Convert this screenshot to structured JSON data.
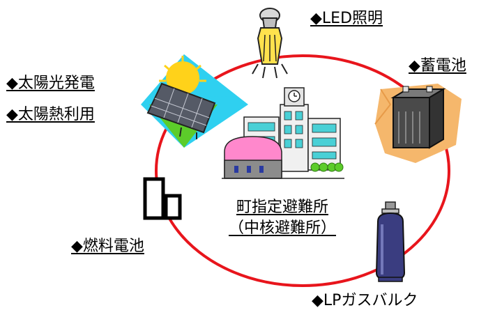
{
  "center": {
    "line1": "町指定避難所",
    "line2": "（中核避難所）"
  },
  "labels": {
    "led": "◆LED照明",
    "battery": "◆蓄電池",
    "solar_power": "◆太陽光発電",
    "solar_heat": "◆太陽熱利用",
    "fuel_cell": "◆燃料電池",
    "lp_gas": "◆LPガスバルク"
  },
  "colors": {
    "ring": "#e8151c",
    "solar_sky": "#2fd0f0",
    "solar_sun": "#ffd21a",
    "solar_grass": "#5ccc2a",
    "battery_bg": "#f5b76c",
    "roof_pink": "#ff88cc",
    "gas_tank": "#3a3d80"
  },
  "icons": [
    "led-bulb-icon",
    "battery-icon",
    "solar-panel-icon",
    "fuel-cell-icon",
    "gas-cylinder-icon",
    "school-building-icon"
  ]
}
